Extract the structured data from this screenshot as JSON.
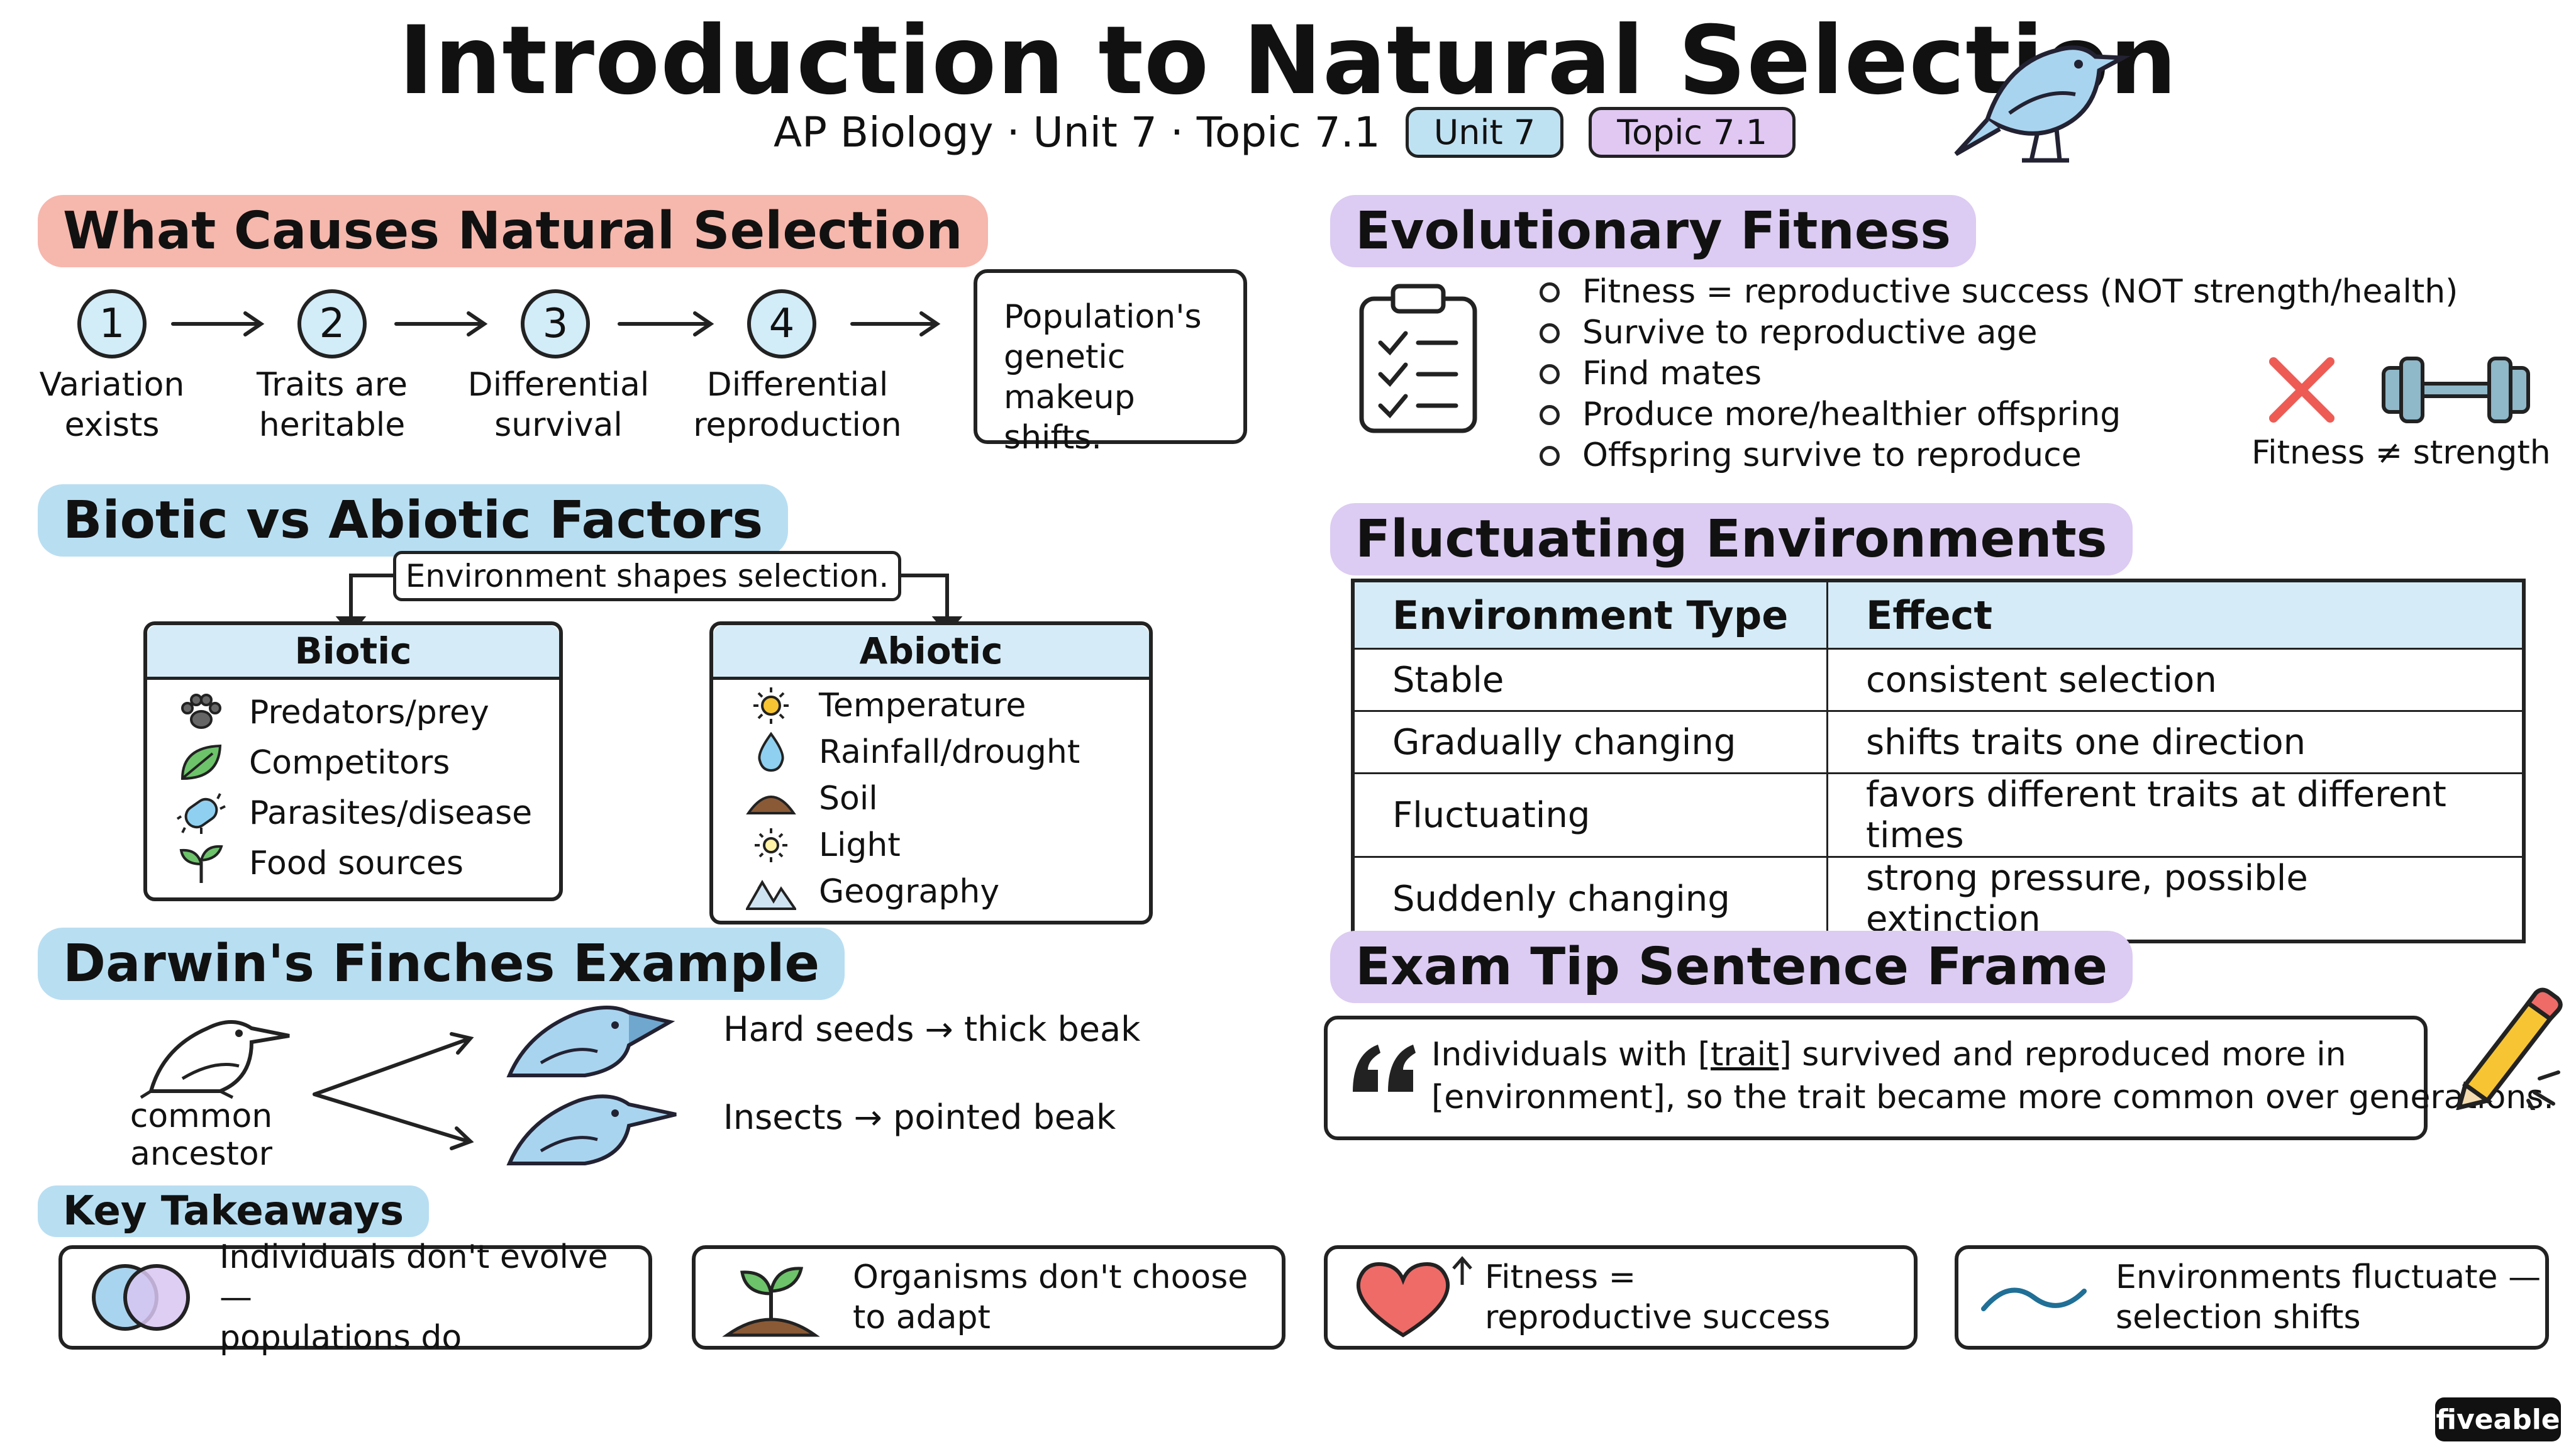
{
  "header": {
    "title": "Introduction to Natural Selection",
    "subtitle": "AP Biology · Unit 7 · Topic 7.1",
    "tag_unit": "Unit 7",
    "tag_topic": "Topic 7.1"
  },
  "causes": {
    "heading": "What Causes Natural Selection",
    "steps": [
      {
        "num": "1",
        "line1": "Variation",
        "line2": "exists"
      },
      {
        "num": "2",
        "line1": "Traits are",
        "line2": "heritable"
      },
      {
        "num": "3",
        "line1": "Differential",
        "line2": "survival"
      },
      {
        "num": "4",
        "line1": "Differential",
        "line2": "reproduction"
      }
    ],
    "result": [
      "Population's",
      "genetic",
      "makeup shifts."
    ]
  },
  "factors": {
    "heading": "Biotic vs Abiotic Factors",
    "callout": "Environment shapes selection.",
    "biotic": {
      "title": "Biotic",
      "items": [
        "Predators/prey",
        "Competitors",
        "Parasites/disease",
        "Food sources"
      ]
    },
    "abiotic": {
      "title": "Abiotic",
      "items": [
        "Temperature",
        "Rainfall/drought",
        "Soil",
        "Light",
        "Geography"
      ]
    }
  },
  "finches": {
    "heading": "Darwin's Finches Example",
    "ancestor": [
      "common",
      "ancestor"
    ],
    "outcomes": [
      "Hard seeds → thick beak",
      "Insects → pointed beak"
    ]
  },
  "takeaways": {
    "heading": "Key Takeaways",
    "items": [
      [
        "Individuals don't evolve —",
        "populations do"
      ],
      [
        "Organisms don't choose",
        "to adapt"
      ],
      [
        "Fitness =",
        "reproductive success"
      ],
      [
        "Environments fluctuate —",
        "selection shifts"
      ]
    ]
  },
  "fitness": {
    "heading": "Evolutionary Fitness",
    "bullets": [
      "Fitness = reproductive success (NOT strength/health)",
      "Survive to reproductive age",
      "Find mates",
      "Produce more/healthier offspring",
      "Offspring survive to reproduce"
    ],
    "caption": "Fitness ≠ strength"
  },
  "environments": {
    "heading": "Fluctuating Environments",
    "columns": [
      "Environment Type",
      "Effect"
    ],
    "rows": [
      [
        "Stable",
        "consistent selection"
      ],
      [
        "Gradually changing",
        "shifts traits one direction"
      ],
      [
        "Fluctuating",
        "favors different traits at different times"
      ],
      [
        "Suddenly changing",
        "strong pressure, possible extinction"
      ]
    ]
  },
  "exam_tip": {
    "heading": "Exam Tip Sentence Frame",
    "pre_trait": "Individuals with ",
    "trait": "[trait]",
    "post_trait": " survived and reproduced more in",
    "line2": "[environment], so the trait became more common over generations."
  },
  "brand": "fiveable",
  "colors": {
    "red_highlight": "#f6b7ad",
    "blue_highlight": "#b8def2",
    "purple_highlight": "#dccbf2"
  }
}
